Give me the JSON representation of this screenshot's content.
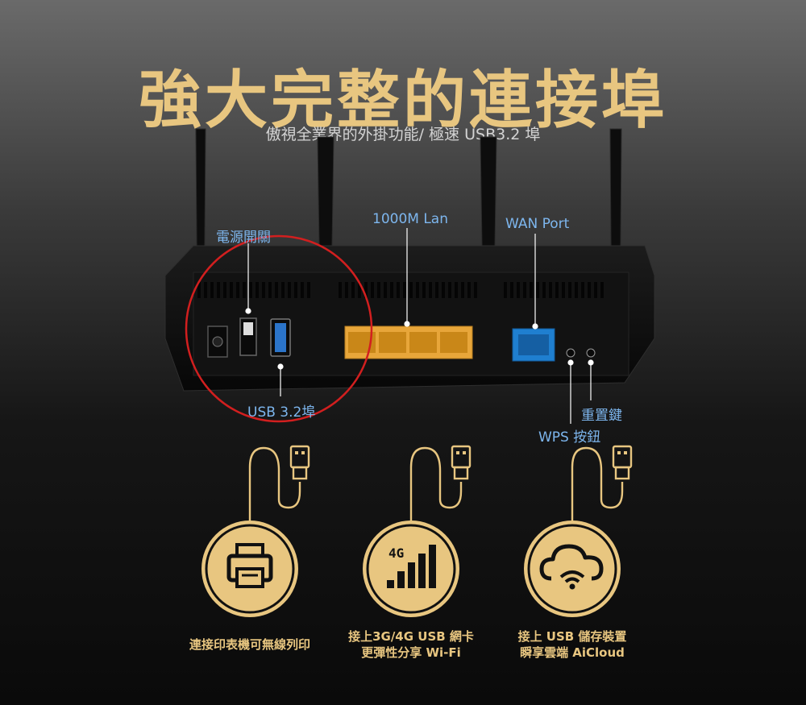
{
  "title": "強大完整的連接埠",
  "subtitle": "傲視全業界的外掛功能/ 極速 USB3.2 埠",
  "callouts": {
    "power_switch": "電源開關",
    "lan": "1000M Lan",
    "wan": "WAN Port",
    "usb": "USB 3.2埠",
    "reset": "重置鍵",
    "wps": "WPS 按鈕"
  },
  "features": [
    {
      "icon": "printer-icon",
      "lines": [
        "連接印表機可無線列印"
      ]
    },
    {
      "icon": "4g-signal-icon",
      "icon_text": "4G",
      "lines": [
        "接上3G/4G USB 網卡",
        "更彈性分享 Wi-Fi"
      ]
    },
    {
      "icon": "cloud-wifi-icon",
      "lines": [
        "接上 USB 儲存裝置",
        "瞬享雲端 AiCloud"
      ]
    }
  ],
  "colors": {
    "gold": "#e8c680",
    "callout_blue": "#7db6ee",
    "lan_port": "#e8a63a",
    "wan_port": "#1f7fd0",
    "highlight_circle": "#d21f1f"
  }
}
